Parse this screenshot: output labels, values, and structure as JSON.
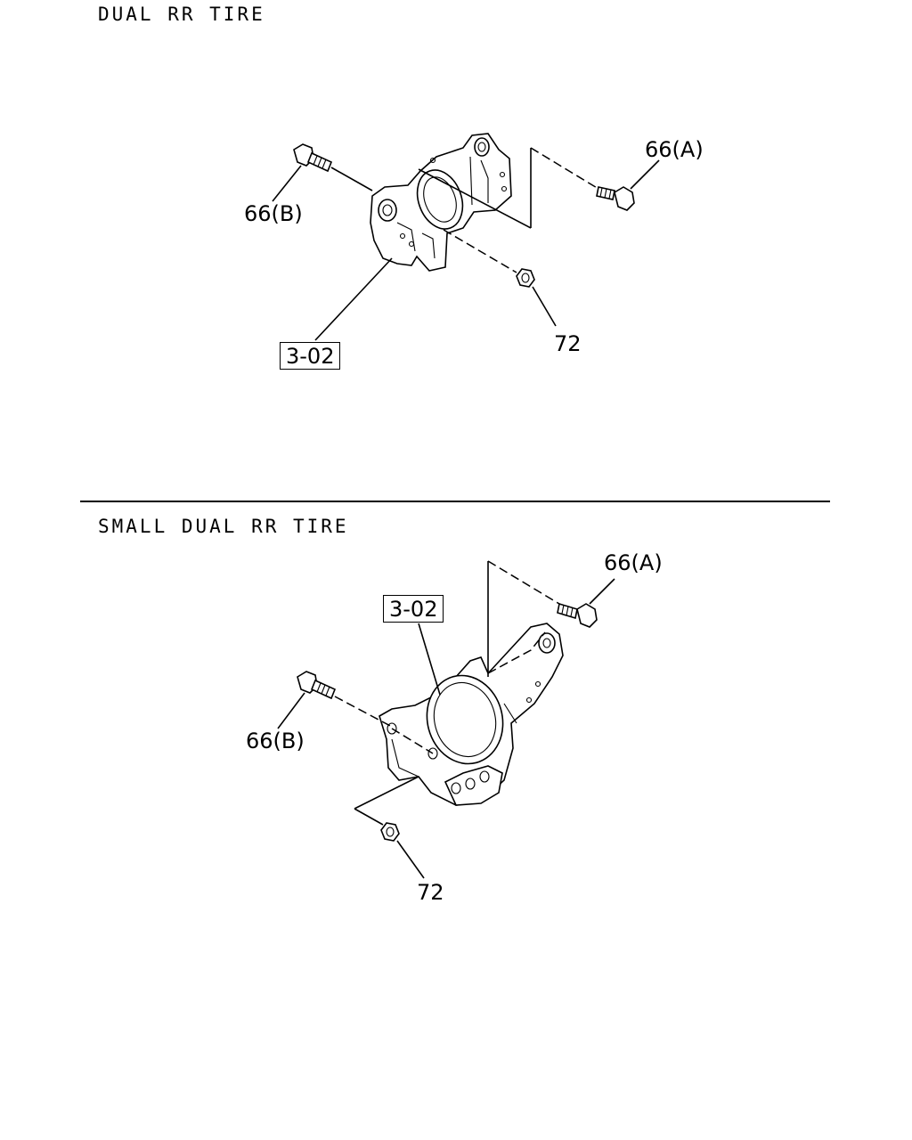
{
  "sections": [
    {
      "title": "DUAL RR TIRE",
      "callouts": {
        "bolt_a": "66(A)",
        "bolt_b": "66(B)",
        "nut": "72",
        "ref": "3-02"
      }
    },
    {
      "title": "SMALL DUAL RR TIRE",
      "callouts": {
        "bolt_a": "66(A)",
        "bolt_b": "66(B)",
        "nut": "72",
        "ref": "3-02"
      }
    }
  ]
}
